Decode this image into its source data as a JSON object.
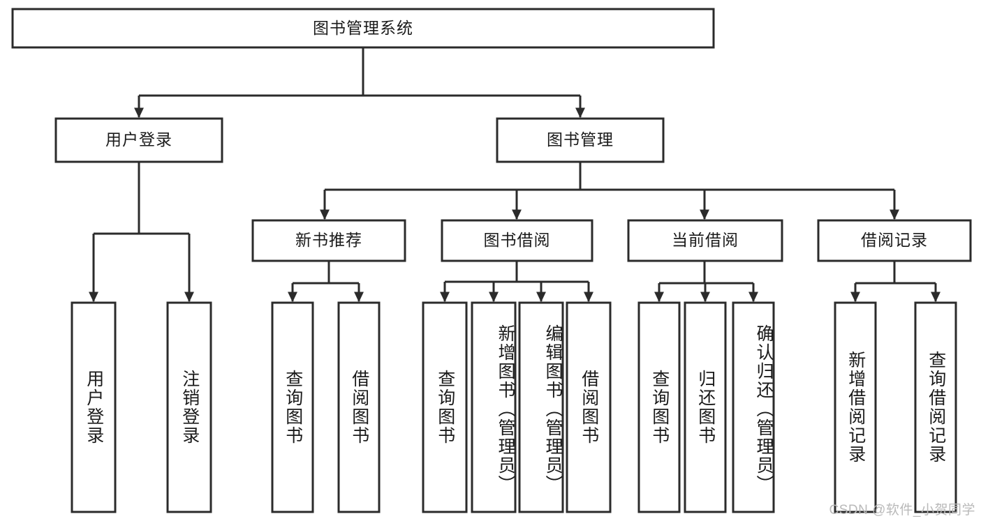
{
  "diagram": {
    "title": "图书管理系统",
    "root": {
      "label": "图书管理系统"
    },
    "level2": [
      {
        "label": "用户登录"
      },
      {
        "label": "图书管理"
      }
    ],
    "level3": [
      {
        "label": "新书推荐"
      },
      {
        "label": "图书借阅"
      },
      {
        "label": "当前借阅"
      },
      {
        "label": "借阅记录"
      }
    ],
    "leaves": {
      "user_login": [
        {
          "label": "用户登录"
        },
        {
          "label": "注销登录"
        }
      ],
      "new_book_recommend": [
        {
          "label": "查询图书"
        },
        {
          "label": "借阅图书"
        }
      ],
      "book_borrow": [
        {
          "label": "查询图书"
        },
        {
          "label": "新增图书（管理员）"
        },
        {
          "label": "编辑图书（管理员）"
        },
        {
          "label": "借阅图书"
        }
      ],
      "current_borrow": [
        {
          "label": "查询图书"
        },
        {
          "label": "归还图书"
        },
        {
          "label": "确认归还（管理员）"
        }
      ],
      "borrow_record": [
        {
          "label": "新增借阅记录"
        },
        {
          "label": "查询借阅记录"
        }
      ]
    },
    "watermark": "CSDN @软件_小贺同学",
    "colors": {
      "stroke": "#2b2b2b",
      "box_fill": "#ffffff",
      "text": "#1a1a1a",
      "watermark": "#b9b9b9",
      "background": "#ffffff"
    }
  }
}
